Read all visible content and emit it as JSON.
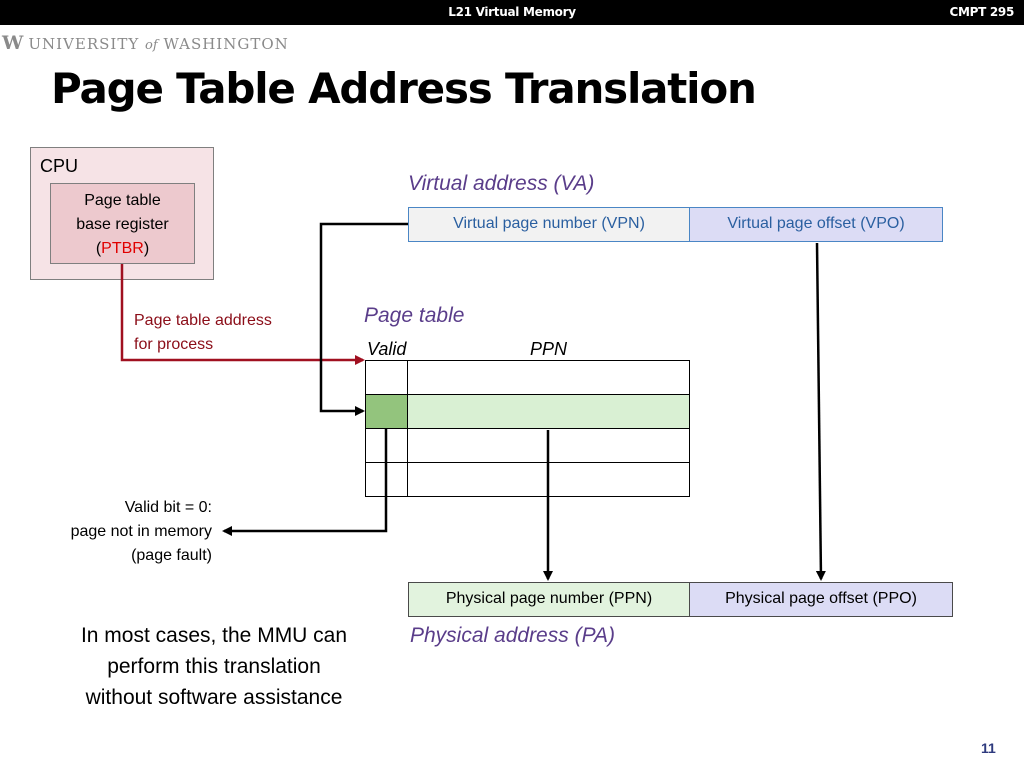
{
  "header": {
    "lecture": "L21 Virtual Memory",
    "course": "CMPT 295"
  },
  "logo": {
    "w": "W",
    "university": "UNIVERSITY",
    "of": "of",
    "washington": "WASHINGTON"
  },
  "slide": {
    "title": "Page Table Address Translation",
    "page_number": "11"
  },
  "cpu": {
    "label": "CPU",
    "register_line1": "Page table",
    "register_line2": "base register",
    "register_open": "(",
    "register_abbrev": "PTBR",
    "register_close": ")"
  },
  "virtual_address": {
    "label": "Virtual address (VA)",
    "vpn": "Virtual page number (VPN)",
    "vpo": "Virtual page offset (VPO)"
  },
  "page_table": {
    "label": "Page table",
    "valid_col": "Valid",
    "ppn_col": "PPN",
    "address_label_line1": "Page table address",
    "address_label_line2": "for process"
  },
  "fault_note": {
    "line1": "Valid bit = 0:",
    "line2": "page not in memory",
    "line3": "(page fault)"
  },
  "physical_address": {
    "label": "Physical address (PA)",
    "ppn": "Physical page number (PPN)",
    "ppo": "Physical page offset (PPO)"
  },
  "mmu_note": {
    "line1": "In most cases, the MMU can",
    "line2": "perform this translation",
    "line3": "without software assistance"
  }
}
